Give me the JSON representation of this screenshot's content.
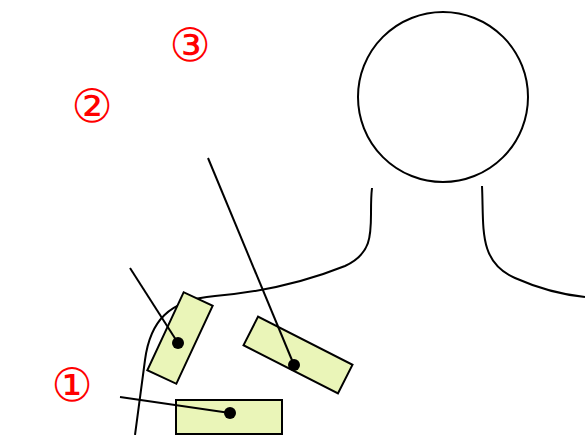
{
  "diagram": {
    "labels": [
      "③",
      "②",
      "①"
    ]
  }
}
